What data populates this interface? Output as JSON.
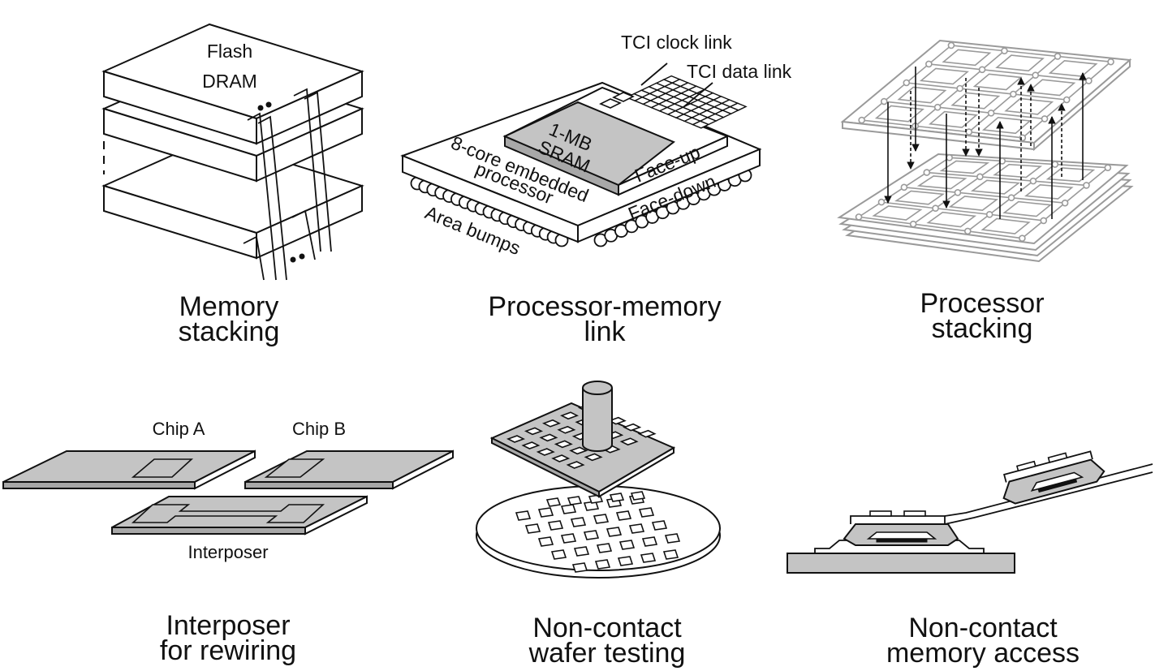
{
  "panels": {
    "memory_stacking": {
      "caption": [
        "Memory",
        "stacking"
      ],
      "labels": {
        "flash": "Flash",
        "dram": "DRAM"
      }
    },
    "processor_memory_link": {
      "caption": [
        "Processor-memory",
        "link"
      ],
      "labels": {
        "clock_link": "TCI clock link",
        "data_link": "TCI data link",
        "sram_1": "1-MB",
        "sram_2": "SRAM",
        "face_up": "Face-up",
        "face_down": "Face-down",
        "processor_1": "8-core embedded",
        "processor_2": "processor",
        "bumps": "Area bumps"
      }
    },
    "processor_stacking": {
      "caption": [
        "Processor",
        "stacking"
      ]
    },
    "interposer": {
      "caption": [
        "Interposer",
        "for rewiring"
      ],
      "labels": {
        "chip_a": "Chip A",
        "chip_b": "Chip B",
        "interposer": "Interposer"
      }
    },
    "wafer_testing": {
      "caption": [
        "Non-contact",
        "wafer testing"
      ]
    },
    "memory_access": {
      "caption": [
        "Non-contact",
        "memory access"
      ]
    }
  },
  "colors": {
    "stroke": "#111111",
    "fill_gray": "#c4c4c4",
    "fill_dark": "#a8a8a8",
    "light_gray": "#9a9a9a",
    "white": "#ffffff"
  }
}
